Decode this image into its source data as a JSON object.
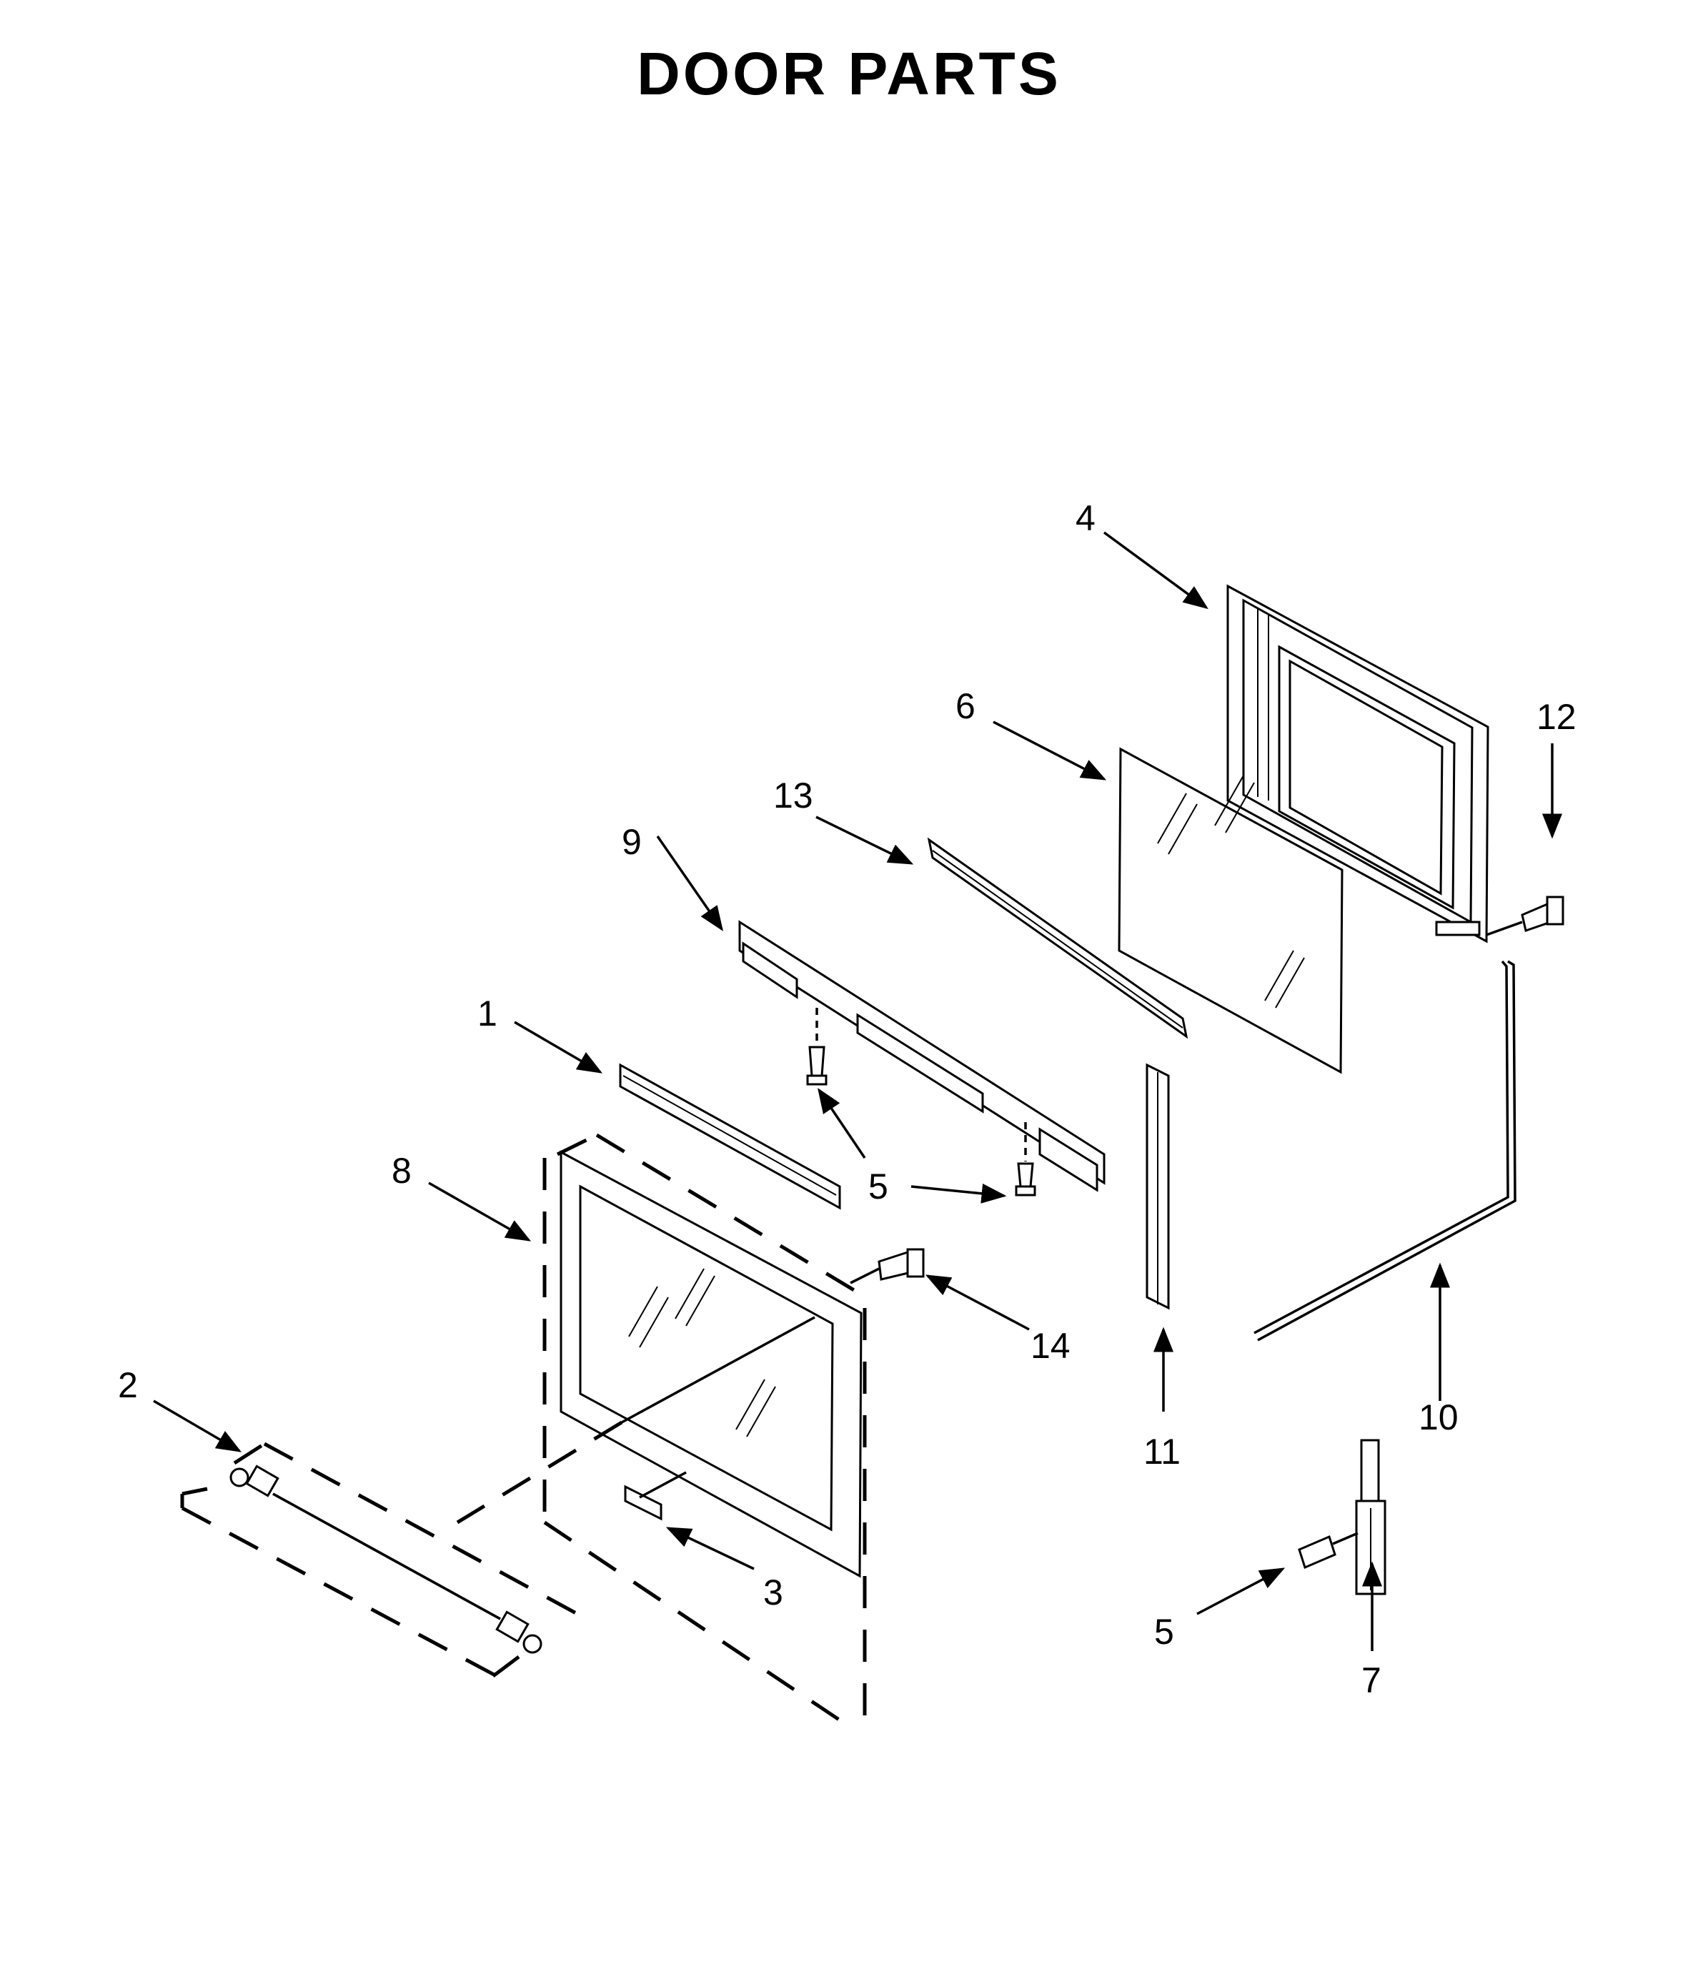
{
  "title": "DOOR PARTS",
  "callouts": {
    "c1": "1",
    "c2": "2",
    "c3": "3",
    "c4": "4",
    "c5a": "5",
    "c5b": "5",
    "c6": "6",
    "c7": "7",
    "c8": "8",
    "c9": "9",
    "c10": "10",
    "c11": "11",
    "c12": "12",
    "c13": "13",
    "c14": "14"
  }
}
